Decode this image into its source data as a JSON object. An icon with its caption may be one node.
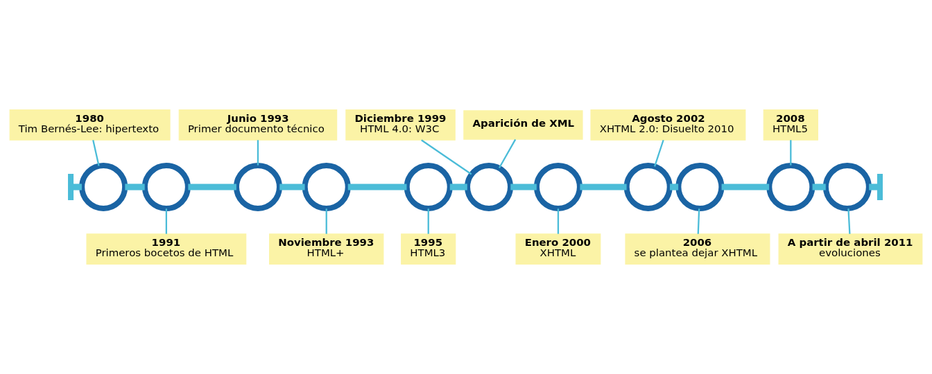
{
  "diagram": {
    "nodes": [
      {
        "text": [],
        "shape": "bar"
      },
      {
        "text": [],
        "shape": "circle"
      },
      {
        "text": [],
        "shape": "circle"
      },
      {
        "text": [],
        "shape": "circle"
      },
      {
        "text": [],
        "shape": "circle"
      },
      {
        "text": [],
        "shape": "circle"
      },
      {
        "text": [],
        "shape": "circle"
      },
      {
        "text": [],
        "shape": "circle"
      },
      {
        "text": [],
        "shape": "circle"
      },
      {
        "text": [],
        "shape": "circle"
      },
      {
        "text": [],
        "shape": "circle"
      },
      {
        "text": [],
        "shape": "circle"
      },
      {
        "text": [],
        "shape": "bar"
      },
      {
        "text": [
          "1980",
          "Tim Bernés-Lee: hipertexto"
        ]
      },
      {
        "text": [
          "1991",
          "Primeros bocetos de HTML"
        ]
      },
      {
        "text": [
          "Junio 1993",
          "Primer documento técnico"
        ]
      },
      {
        "text": [
          "Noviembre 1993",
          "HTML+"
        ]
      },
      {
        "text": [
          "1995",
          "HTML3"
        ]
      },
      {
        "text": [
          "Diciembre 1999",
          "HTML 4.0: W3C"
        ]
      },
      {
        "text": [
          "Aparición de XML"
        ]
      },
      {
        "text": [
          "Enero 2000",
          "XHTML"
        ]
      },
      {
        "text": [
          "Agosto 2002",
          "XHTML 2.0: Disuelto 2010"
        ]
      },
      {
        "text": [
          "2006",
          "se plantea dejar XHTML"
        ]
      },
      {
        "text": [
          "2008",
          "HTML5"
        ]
      },
      {
        "text": [
          "A partir de abril 2011",
          "evoluciones"
        ]
      }
    ],
    "edges": [
      {
        "from": 0,
        "to": 1,
        "arrow": "none",
        "style": "thick"
      },
      {
        "from": 1,
        "to": 2,
        "arrow": "none",
        "style": "thick"
      },
      {
        "from": 2,
        "to": 3,
        "arrow": "none",
        "style": "thick"
      },
      {
        "from": 3,
        "to": 4,
        "arrow": "none",
        "style": "thick"
      },
      {
        "from": 4,
        "to": 5,
        "arrow": "none",
        "style": "thick"
      },
      {
        "from": 5,
        "to": 6,
        "arrow": "none",
        "style": "thick"
      },
      {
        "from": 6,
        "to": 7,
        "arrow": "none",
        "style": "thick"
      },
      {
        "from": 7,
        "to": 8,
        "arrow": "none",
        "style": "thick"
      },
      {
        "from": 8,
        "to": 9,
        "arrow": "none",
        "style": "thick"
      },
      {
        "from": 9,
        "to": 10,
        "arrow": "none",
        "style": "thick"
      },
      {
        "from": 10,
        "to": 11,
        "arrow": "none",
        "style": "thick"
      },
      {
        "from": 11,
        "to": 12,
        "arrow": "none",
        "style": "thick"
      },
      {
        "from": 13,
        "to": 1,
        "arrow": "none"
      },
      {
        "from": 2,
        "to": 14,
        "arrow": "none"
      },
      {
        "from": 15,
        "to": 3,
        "arrow": "none"
      },
      {
        "from": 4,
        "to": 16,
        "arrow": "none"
      },
      {
        "from": 5,
        "to": 17,
        "arrow": "none"
      },
      {
        "from": 18,
        "to": 6,
        "arrow": "none"
      },
      {
        "from": 19,
        "to": 6,
        "arrow": "none"
      },
      {
        "from": 7,
        "to": 20,
        "arrow": "none"
      },
      {
        "from": 21,
        "to": 8,
        "arrow": "none"
      },
      {
        "from": 9,
        "to": 22,
        "arrow": "none"
      },
      {
        "from": 23,
        "to": 10,
        "arrow": "none"
      },
      {
        "from": 11,
        "to": 24,
        "arrow": "none"
      }
    ]
  }
}
